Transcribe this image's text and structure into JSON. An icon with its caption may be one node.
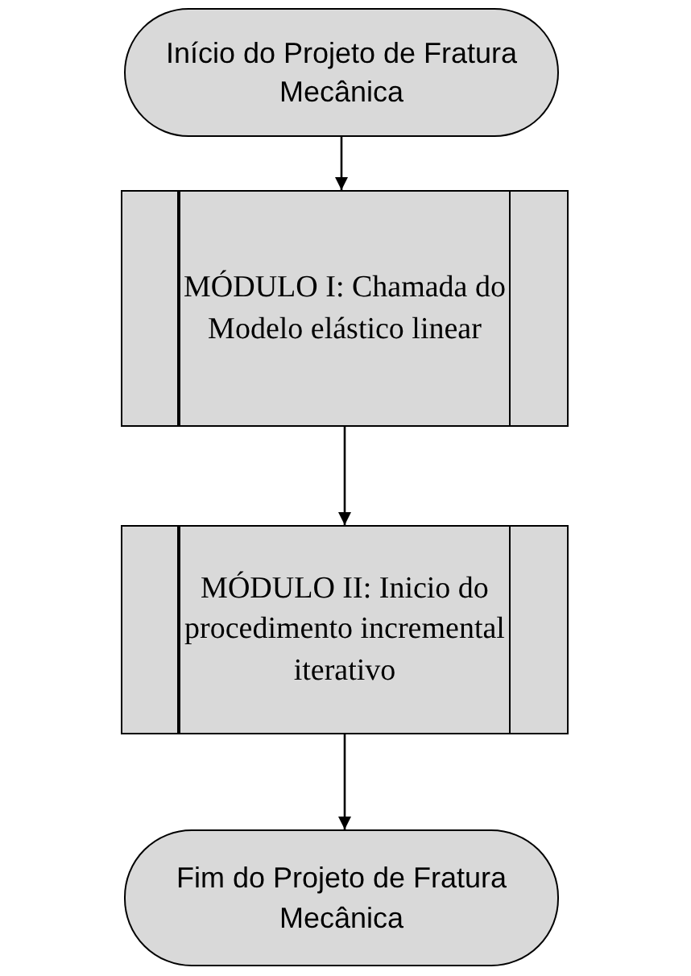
{
  "diagram": {
    "nodes": [
      {
        "text": [
          "Início do Projeto de Fratura Mecânica"
        ]
      },
      {
        "text": [
          "MÓDULO I: Chamada do Modelo elástico linear"
        ]
      },
      {
        "text": [
          "MÓDULO II: Inicio do procedimento incremental iterativo"
        ]
      },
      {
        "text": [
          "Fim do Projeto de Fratura Mecânica"
        ]
      }
    ],
    "edges": [
      {
        "from": 0,
        "to": 1,
        "arrow": "to"
      },
      {
        "from": 1,
        "to": 2,
        "arrow": "to"
      },
      {
        "from": 2,
        "to": 3,
        "arrow": "to"
      }
    ]
  }
}
